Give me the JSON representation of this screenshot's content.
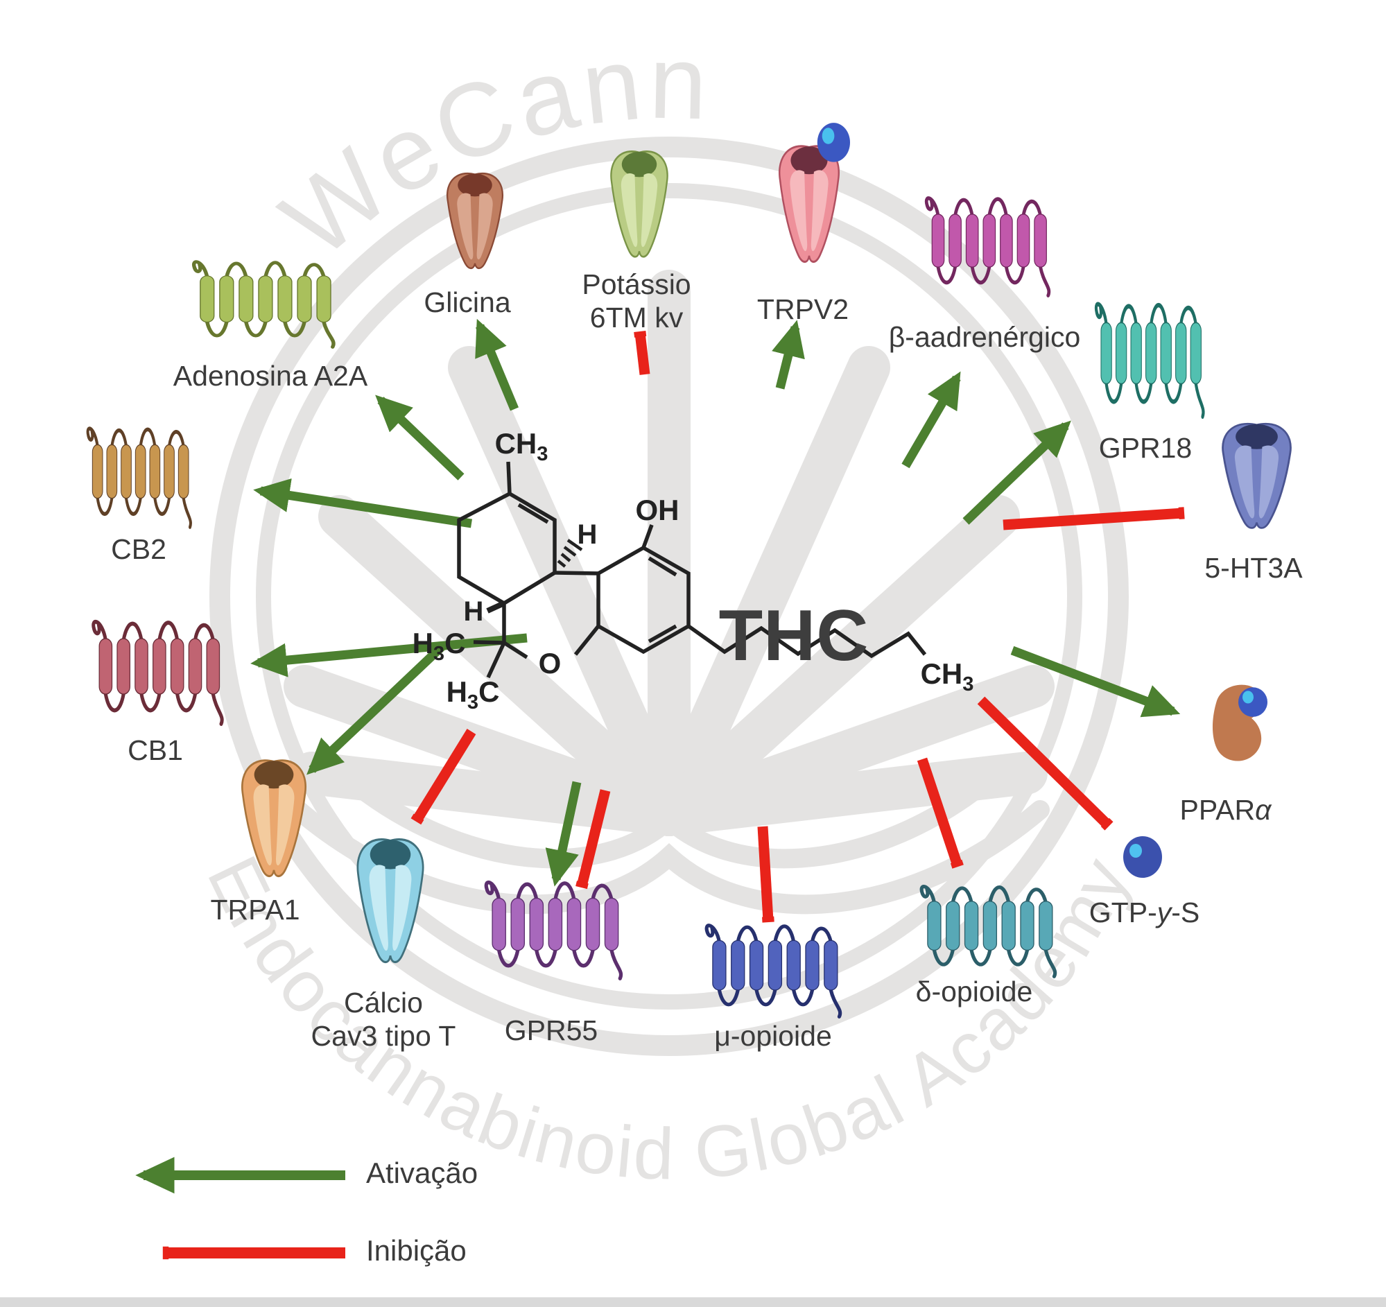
{
  "title": "THC",
  "watermark": {
    "top_text": "WeCann",
    "bottom_text": "Endocannabinoid Global Academy"
  },
  "legend": {
    "activation_label": "Ativação",
    "inhibition_label": "Inibição"
  },
  "colors": {
    "activation_green": "#4c8030",
    "inhibition_red": "#e8231a",
    "label_text": "#3b3b3b",
    "thc_title": "#3e3e3e",
    "watermark_gray": "#e4e3e2",
    "molecule_black": "#222222"
  },
  "molecule": {
    "labels": {
      "methyl_top": {
        "main": "CH",
        "sub": "3"
      },
      "hydroxyl": "OH",
      "stereo_h_1": "H",
      "stereo_h_2": "H",
      "gem_methyl_1": {
        "a": "H",
        "sub": "3",
        "b": "C"
      },
      "gem_methyl_2": {
        "a": "H",
        "sub": "3",
        "b": "C"
      },
      "ring_oxygen": "O",
      "chain_methyl": {
        "main": "CH",
        "sub": "3"
      }
    }
  },
  "receptors": [
    {
      "id": "adenosina-a2a",
      "label": "Adenosina A2A",
      "interaction": "activation",
      "icon": {
        "type": "gpcr",
        "fill": "#a9c05c",
        "loop": "#67772e"
      }
    },
    {
      "id": "glicina",
      "label": "Glicina",
      "interaction": "activation",
      "icon": {
        "type": "channel",
        "body": "#bf7d60",
        "dark": "#77392a",
        "inner": "#daa68e",
        "outline": "#8a4a36"
      }
    },
    {
      "id": "potassio-6tm-kv",
      "label": "Potássio",
      "label2": "6TM kv",
      "interaction": "inhibition",
      "icon": {
        "type": "channel",
        "body": "#b9cc84",
        "dark": "#5c7a38",
        "inner": "#d6e4ad",
        "outline": "#7a9448"
      }
    },
    {
      "id": "trpv2",
      "label": "TRPV2",
      "interaction": "activation",
      "icon": {
        "type": "channel",
        "body": "#ee909a",
        "dark": "#6c2f3f",
        "inner": "#f6b9bd",
        "outline": "#b05060",
        "ball": {
          "fill": "#3b58c2",
          "hl": "#49c1ee"
        }
      }
    },
    {
      "id": "beta-aadrenergico",
      "label": "β-aadrenérgico",
      "interaction": "activation",
      "icon": {
        "type": "gpcr",
        "fill": "#c158ab",
        "loop": "#73275f"
      }
    },
    {
      "id": "gpr18",
      "label": "GPR18",
      "interaction": "activation",
      "icon": {
        "type": "gpcr",
        "fill": "#52c0b0",
        "loop": "#1e6e64"
      }
    },
    {
      "id": "5-ht3a",
      "label": "5-HT3A",
      "interaction": "inhibition",
      "icon": {
        "type": "channel",
        "body": "#7380c2",
        "dark": "#2f3763",
        "inner": "#9ea9da",
        "outline": "#4a5490"
      }
    },
    {
      "id": "ppar-alpha",
      "label": "PPAR",
      "label_italic": "α",
      "interaction": "activation",
      "icon": {
        "type": "blob",
        "fill": "#c0794f",
        "ball": {
          "fill": "#3b58c2",
          "hl": "#49c1ee"
        }
      }
    },
    {
      "id": "gtp-gamma-s",
      "label_prefix": "GTP-",
      "label_italic": "y",
      "label_suffix": "-S",
      "interaction": "inhibition",
      "icon": {
        "type": "ball",
        "fill": "#3b51ad",
        "hl": "#4fc2ef"
      }
    },
    {
      "id": "delta-opioide",
      "label": "δ-opioide",
      "interaction": "inhibition",
      "icon": {
        "type": "gpcr",
        "fill": "#58a8b6",
        "loop": "#2b5e69"
      }
    },
    {
      "id": "mu-opioide",
      "label": "μ-opioide",
      "interaction": "inhibition",
      "icon": {
        "type": "gpcr",
        "fill": "#5163bd",
        "loop": "#26306e"
      }
    },
    {
      "id": "gpr55",
      "label": "GPR55",
      "interaction": "activation+inhibition",
      "icon": {
        "type": "gpcr",
        "fill": "#a868bc",
        "loop": "#5c2f6e"
      }
    },
    {
      "id": "calcio-cav3-tipo-t",
      "label": "Cálcio",
      "label2": "Cav3 tipo T",
      "interaction": "inhibition",
      "icon": {
        "type": "channel",
        "body": "#8ed0e4",
        "dark": "#2e616e",
        "inner": "#c6ebf4",
        "outline": "#41707c"
      }
    },
    {
      "id": "trpa1",
      "label": "TRPA1",
      "interaction": "activation",
      "icon": {
        "type": "channel",
        "body": "#eaa76e",
        "dark": "#6b4726",
        "inner": "#f3cb9e",
        "outline": "#a8743c"
      }
    },
    {
      "id": "cb1",
      "label": "CB1",
      "interaction": "activation",
      "icon": {
        "type": "gpcr",
        "fill": "#c06472",
        "loop": "#6b2c38"
      }
    },
    {
      "id": "cb2",
      "label": "CB2",
      "interaction": "activation",
      "icon": {
        "type": "gpcr",
        "fill": "#c8964f",
        "loop": "#5f4026"
      }
    }
  ]
}
